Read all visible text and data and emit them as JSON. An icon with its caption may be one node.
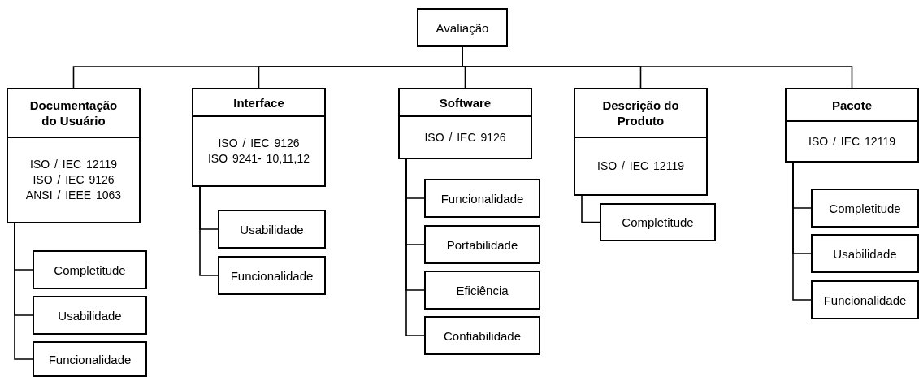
{
  "diagram": {
    "nodes": [
      {
        "text": [
          "Avaliação"
        ]
      },
      {
        "text": [
          "Documentação do Usuário",
          "ISO / IEC 12119 ISO / IEC 9126 ANSI / IEEE 1063"
        ]
      },
      {
        "text": [
          "Interface",
          "ISO / IEC 9126 ISO 9241- 10,11,12"
        ]
      },
      {
        "text": [
          "Software",
          "ISO / IEC 9126"
        ]
      },
      {
        "text": [
          "Descrição do Produto",
          "ISO / IEC 12119"
        ]
      },
      {
        "text": [
          "Pacote",
          "ISO / IEC 12119"
        ]
      },
      {
        "text": [
          "Completitude"
        ]
      },
      {
        "text": [
          "Usabilidade"
        ]
      },
      {
        "text": [
          "Funcionalidade"
        ]
      },
      {
        "text": [
          "Usabilidade"
        ]
      },
      {
        "text": [
          "Funcionalidade"
        ]
      },
      {
        "text": [
          "Funcionalidade"
        ]
      },
      {
        "text": [
          "Portabilidade"
        ]
      },
      {
        "text": [
          "Eficiência"
        ]
      },
      {
        "text": [
          "Confiabilidade"
        ]
      },
      {
        "text": [
          "Completitude"
        ]
      },
      {
        "text": [
          "Completitude"
        ]
      },
      {
        "text": [
          "Usabilidade"
        ]
      },
      {
        "text": [
          "Funcionalidade"
        ]
      }
    ],
    "edges": [
      {
        "from": 0,
        "to": 1,
        "arrow": "none"
      },
      {
        "from": 0,
        "to": 2,
        "arrow": "none"
      },
      {
        "from": 0,
        "to": 3,
        "arrow": "none"
      },
      {
        "from": 0,
        "to": 4,
        "arrow": "none"
      },
      {
        "from": 0,
        "to": 5,
        "arrow": "none"
      },
      {
        "from": 1,
        "to": 6,
        "arrow": "none"
      },
      {
        "from": 1,
        "to": 7,
        "arrow": "none"
      },
      {
        "from": 1,
        "to": 8,
        "arrow": "none"
      },
      {
        "from": 2,
        "to": 9,
        "arrow": "none"
      },
      {
        "from": 2,
        "to": 10,
        "arrow": "none"
      },
      {
        "from": 3,
        "to": 11,
        "arrow": "none"
      },
      {
        "from": 3,
        "to": 12,
        "arrow": "none"
      },
      {
        "from": 3,
        "to": 13,
        "arrow": "none"
      },
      {
        "from": 3,
        "to": 14,
        "arrow": "none"
      },
      {
        "from": 4,
        "to": 15,
        "arrow": "none"
      },
      {
        "from": 5,
        "to": 16,
        "arrow": "none"
      },
      {
        "from": 5,
        "to": 17,
        "arrow": "none"
      },
      {
        "from": 5,
        "to": 18,
        "arrow": "none"
      }
    ]
  }
}
